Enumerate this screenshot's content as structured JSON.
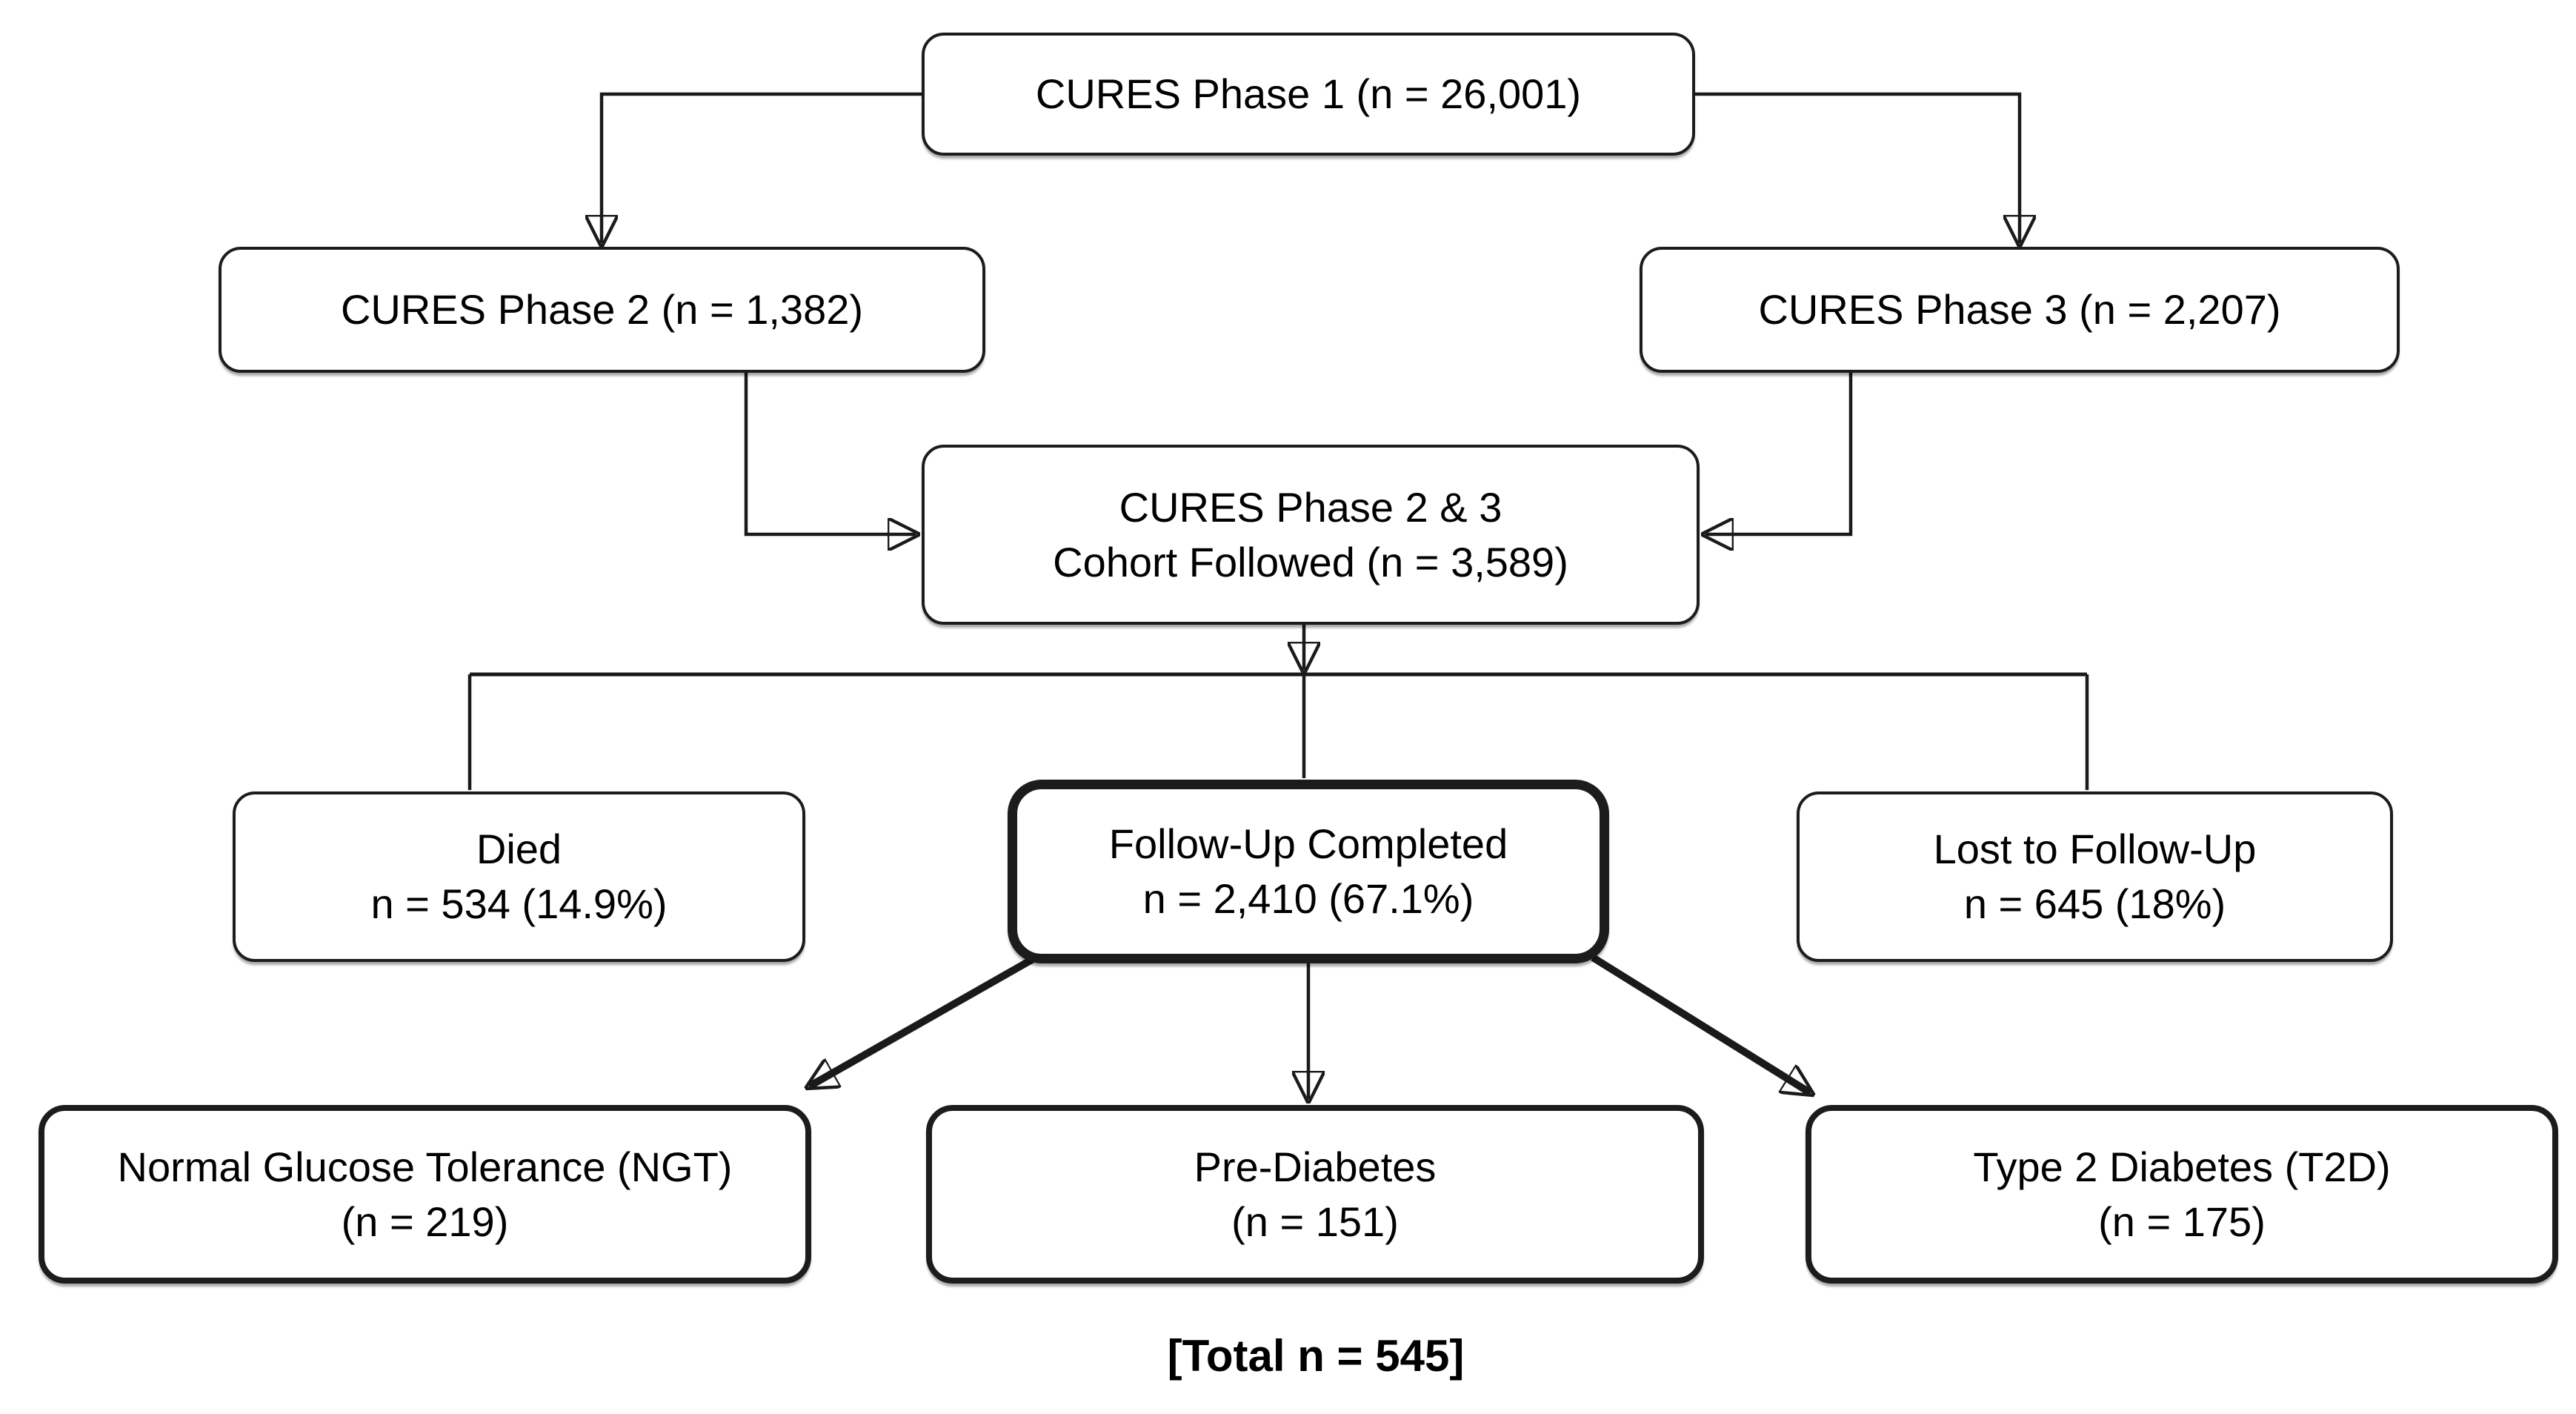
{
  "diagram": {
    "nodes": {
      "phase1": {
        "label": "CURES Phase 1 (n = 26,001)"
      },
      "phase2": {
        "label": "CURES Phase 2 (n = 1,382)"
      },
      "phase3": {
        "label": "CURES Phase 3 (n = 2,207)"
      },
      "cohort_followed": {
        "line1": "CURES Phase 2 & 3",
        "line2": "Cohort Followed (n = 3,589)"
      },
      "died": {
        "line1": "Died",
        "line2": "n = 534 (14.9%)"
      },
      "follow_up_completed": {
        "line1": "Follow-Up Completed",
        "line2": "n = 2,410 (67.1%)"
      },
      "lost_to_follow_up": {
        "line1": "Lost to Follow-Up",
        "line2": "n = 645 (18%)"
      },
      "ngt": {
        "line1": "Normal Glucose Tolerance (NGT)",
        "line2": "(n = 219)"
      },
      "pre_diabetes": {
        "line1": "Pre-Diabetes",
        "line2": "(n = 151)"
      },
      "t2d": {
        "line1": "Type 2 Diabetes (T2D)",
        "line2": "(n = 175)"
      }
    },
    "edges": [
      {
        "from": "phase1",
        "to": "phase2"
      },
      {
        "from": "phase1",
        "to": "phase3"
      },
      {
        "from": "phase2",
        "to": "cohort_followed"
      },
      {
        "from": "phase3",
        "to": "cohort_followed"
      },
      {
        "from": "cohort_followed",
        "to": "died"
      },
      {
        "from": "cohort_followed",
        "to": "follow_up_completed"
      },
      {
        "from": "cohort_followed",
        "to": "lost_to_follow_up"
      },
      {
        "from": "follow_up_completed",
        "to": "ngt"
      },
      {
        "from": "follow_up_completed",
        "to": "pre_diabetes"
      },
      {
        "from": "follow_up_completed",
        "to": "t2d"
      }
    ],
    "footer": {
      "total": "[Total n = 545]"
    },
    "colors": {
      "background": "#ffffff",
      "box_fill": "#ffffff",
      "box_border": "#1c1c1c",
      "line": "#1a1a1a",
      "text": "#000000"
    }
  }
}
